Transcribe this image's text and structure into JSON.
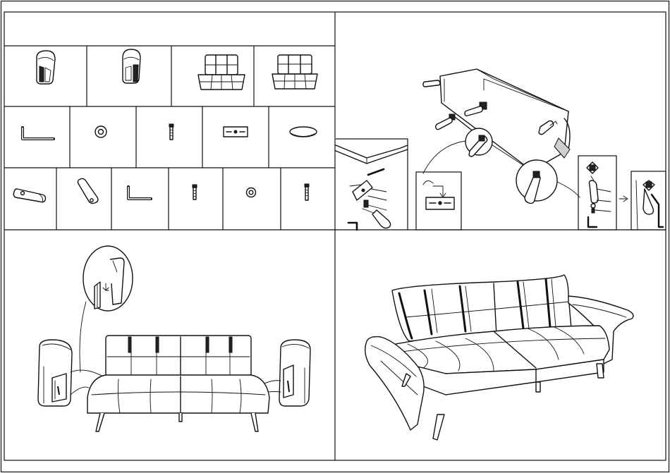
{
  "sheet": {
    "panels": [
      "parts-list",
      "leg-and-bracket-installation",
      "armrest-attachment",
      "assembled-futon-sofa"
    ]
  },
  "parts": {
    "row1": [
      "left-armrest",
      "right-armrest",
      "backrest",
      "seat"
    ],
    "row2": [
      "allen-key",
      "washer",
      "bolt",
      "bracket-plate",
      "round-cushion-pad"
    ],
    "row3": [
      "angled-leg",
      "straight-leg",
      "allen-key",
      "short-bolt",
      "small-washer",
      "long-bolt"
    ]
  },
  "colors": {
    "line": "#111111",
    "paper": "#ffffff",
    "shade": "#222222"
  }
}
